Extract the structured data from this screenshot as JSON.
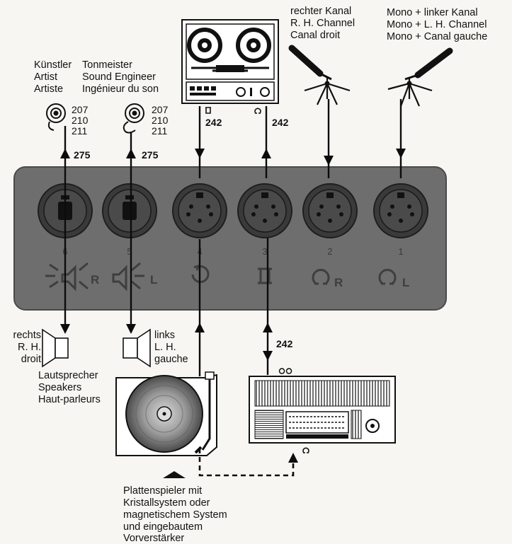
{
  "top_labels": {
    "artist": [
      "Künstler",
      "Artist",
      "Artiste"
    ],
    "engineer": [
      "Tonmeister",
      "Sound Engineer",
      "Ingénieur du son"
    ],
    "right_channel": [
      "rechter Kanal",
      "R. H. Channel",
      "Canal droit"
    ],
    "mono_left": [
      "Mono + linker Kanal",
      "Mono + L. H. Channel",
      "Mono + Canal gauche"
    ]
  },
  "headphone_models": {
    "artist": [
      "207",
      "210",
      "211"
    ],
    "engineer": [
      "207",
      "210",
      "211"
    ]
  },
  "cable_labels": {
    "artist_cable": "275",
    "engineer_cable": "275",
    "tape_cable_4": "242",
    "tape_cable_3": "242",
    "radio_cable": "242"
  },
  "panel": {
    "socket_numbers": [
      "6",
      "5",
      "4",
      "3",
      "2",
      "1"
    ],
    "channel_letters": [
      "R",
      "L",
      "R",
      "L"
    ]
  },
  "speakers": {
    "right": [
      "rechts",
      "R. H.",
      "droit"
    ],
    "left": [
      "links",
      "L. H.",
      "gauche"
    ],
    "title": [
      "Lautsprecher",
      "Speakers",
      "Haut-parleurs"
    ]
  },
  "turntable_caption": [
    "Plattenspieler mit",
    "Kristallsystem oder",
    "magnetischem System",
    "und eingebautem",
    "Vorverstärker"
  ],
  "colors": {
    "panel": "#6e6e6e",
    "panel_dark": "#3e3e3e",
    "socket_bg": "#3a3a3a",
    "ink": "#111111",
    "cable": "#0c0c0c"
  }
}
